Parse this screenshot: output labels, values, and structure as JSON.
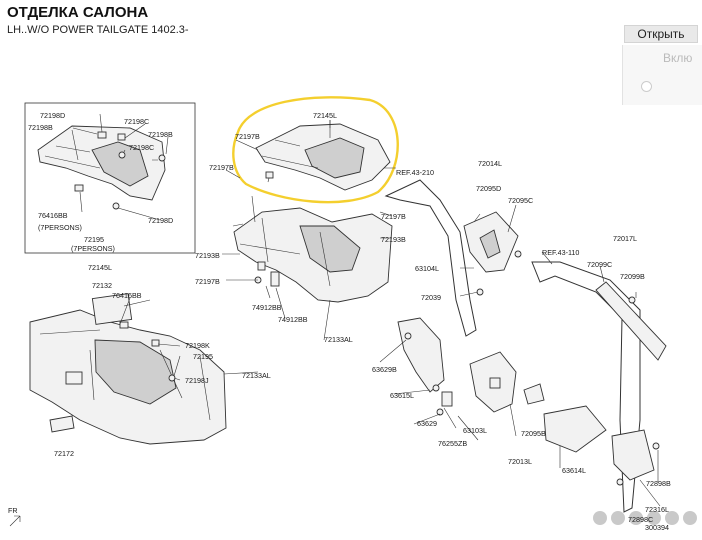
{
  "header": {
    "title": "ОТДЕЛКА САЛОНА",
    "subtitle": "LH..W/O POWER TAILGATE 1402.3-",
    "open_label": "Открыть",
    "include_label": "Вклю"
  },
  "diagram": {
    "labels": {
      "l72145L_top": "72145L",
      "l72197B_a": "72197B",
      "l72197B_b": "72197B",
      "l72197B_c": "72197B",
      "l72197B_d": "72197B",
      "l72193B_a": "72193B",
      "l72193B_b": "72193B",
      "l74912BB_a": "74912BB",
      "l74912BB_b": "74912BB",
      "l72133AL_a": "72133AL",
      "l72133AL_b": "72133AL",
      "lref43210": "REF.43-210",
      "lref43110": "REF.43-110",
      "l72014L": "72014L",
      "l72095D": "72095D",
      "l72095C": "72095C",
      "l72095B": "72095B",
      "l72017L": "72017L",
      "l72099C": "72099C",
      "l72099B": "72099B",
      "l63104L": "63104L",
      "l72039": "72039",
      "l63629B": "63629B",
      "l63615L": "63615L",
      "l63629": "63629",
      "l63103L": "63103L",
      "l76255ZB": "76255ZB",
      "l72013L": "72013L",
      "l63614L": "63614L",
      "l72898B": "72898B",
      "l72316L": "72316L",
      "l72898C": "72898C",
      "l72132": "72132",
      "l76416BB": "76416BB",
      "l72198K": "72198K",
      "l72195": "72195",
      "l72198J": "72198J",
      "l72172": "72172",
      "l72198D": "72198D",
      "l72198B_a": "72198B",
      "l72198B_b": "72198B",
      "l72198C_a": "72198C",
      "l72198C_b": "72198C",
      "l72198D_b": "72198D",
      "l76416BB_i": "76416BB",
      "l7persons_a": "(7PERSONS)",
      "l72195_i": "72195",
      "l7persons_b": "(7PERSONS)",
      "l72145L_bot": "72145L",
      "lfr": "FR",
      "lcode": "300394"
    }
  },
  "colors": {
    "highlight": "#f4cf2e",
    "line": "#333333",
    "button_bg": "#e9e9e9"
  }
}
